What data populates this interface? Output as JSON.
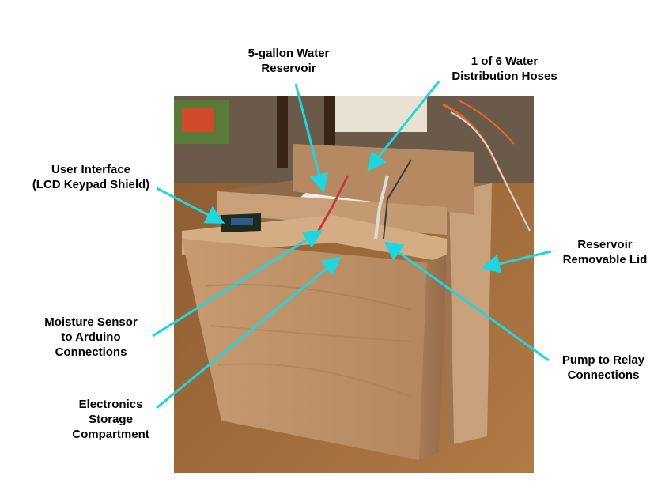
{
  "labels": {
    "reservoir": [
      "5-gallon Water",
      "Reservoir"
    ],
    "hoses": [
      "1 of 6 Water",
      "Distribution Hoses"
    ],
    "ui": [
      "User Interface",
      "(LCD Keypad Shield)"
    ],
    "lid": [
      "Reservoir",
      "Removable Lid"
    ],
    "moisture": [
      "Moisture Sensor",
      "to Arduino",
      "Connections"
    ],
    "pump": [
      "Pump to Relay",
      "Connections"
    ],
    "electronics": [
      "Electronics",
      "Storage",
      "Compartment"
    ]
  },
  "colors": {
    "arrow": "#1fd6e0",
    "text": "#000000",
    "wood": "#b98c63",
    "floor": "#9a6a3e"
  }
}
